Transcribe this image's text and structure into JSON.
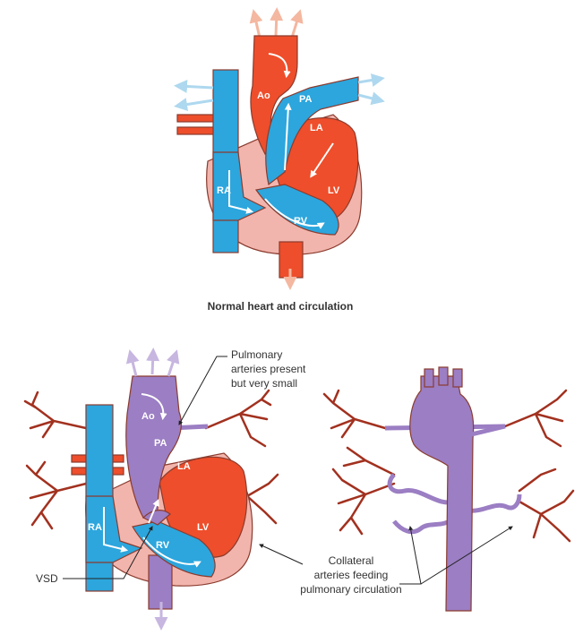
{
  "colors": {
    "blue": "#2ca6dd",
    "red": "#ee4e2b",
    "pink": "#f2b5ad",
    "purple": "#9b7ec3",
    "artery": "#a2311f",
    "outline": "#8a3b2e",
    "arrow_light": "#aed8ef",
    "arrow_peach": "#f4b7a0",
    "flow_arrow": "#ffffff"
  },
  "normal": {
    "caption": "Normal heart and circulation",
    "labels": {
      "ao": "Ao",
      "pa": "PA",
      "la": "LA",
      "lv": "LV",
      "ra": "RA",
      "rv": "RV"
    }
  },
  "defect": {
    "labels": {
      "ao": "Ao",
      "pa": "PA",
      "la": "LA",
      "lv": "LV",
      "ra": "RA",
      "rv": "RV"
    },
    "callout_pulmonary": [
      "Pulmonary",
      "arteries present",
      "but very small"
    ],
    "callout_vsd": "VSD",
    "callout_collateral": [
      "Collateral",
      "arteries feeding",
      "pulmonary circulation"
    ]
  },
  "icons": {
    "heart_normal": "normal-heart-diagram",
    "heart_defect": "defect-heart-diagram",
    "collateral": "collateral-arteries-diagram"
  }
}
